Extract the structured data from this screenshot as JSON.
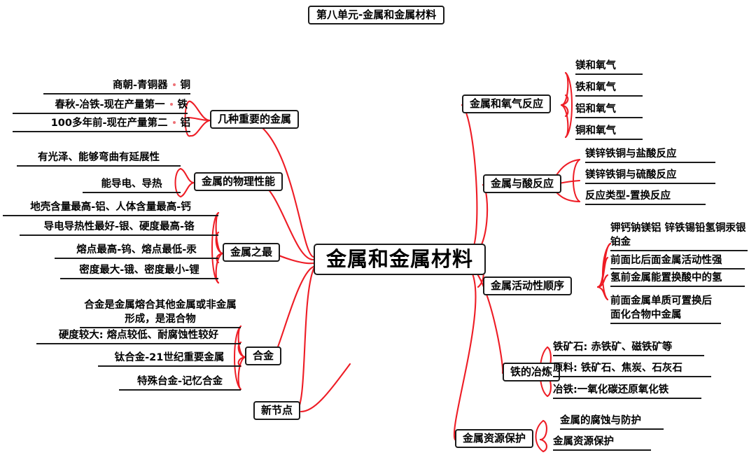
{
  "title": "第八单元-金属和金属材料",
  "center": "金属和金属材料",
  "accent_color": "#ee1c25",
  "border_color": "#1b1b1b",
  "background_color": "#ffffff",
  "new_node": "新节点",
  "branches": {
    "important_metals": {
      "label": "几种重要的金属",
      "items": [
        {
          "text": "商朝-青铜器",
          "metal": "铜"
        },
        {
          "text": "春秋-冶铁-现在产量第一",
          "metal": "铁"
        },
        {
          "text": "100多年前-现在产量第二",
          "metal": "铝"
        }
      ]
    },
    "physical_properties": {
      "label": "金属的物理性能",
      "items": [
        "有光泽、能够弯曲有延展性",
        "能导电、导热"
      ]
    },
    "metal_superlatives": {
      "label": "金属之最",
      "items": [
        "地壳含量最高-铝、人体含量最高-钙",
        "导电导热性最好-银、硬度最高-铬",
        "熔点最高-钨、熔点最低-汞",
        "密度最大-锇、密度最小-锂"
      ]
    },
    "alloy": {
      "label": "合金",
      "items": [
        "合金是金属熔合其他金属或非金属形成，是混合物",
        "硬度较大: 熔点较低、耐腐蚀性较好",
        "钛合金-21世纪重要金属",
        "特殊台金-记忆合金"
      ]
    },
    "metal_oxygen_reaction": {
      "label": "金属和氧气反应",
      "items": [
        "镁和氧气",
        "铁和氧气",
        "铝和氧气",
        "铜和氧气"
      ]
    },
    "metal_acid_reaction": {
      "label": "金属与酸反应",
      "items": [
        "镁锌铁铜与盐酸反应",
        "镁锌铁铜与硫酸反应",
        "反应类型-置换反应"
      ]
    },
    "activity_series": {
      "label": "金属活动性顺序",
      "items": [
        "钾钙钠镁铝 锌铁锡铅氢铜汞银铂金",
        "前面比后面金属活动性强",
        "氢前金属能置换酸中的氢",
        "前面金属单质可置换后面化合物中金属"
      ]
    },
    "iron_smelting": {
      "label": "铁的冶炼",
      "items": [
        "铁矿石: 赤铁矿、磁铁矿等",
        "原料: 铁矿石、焦炭、石灰石",
        "冶铁:一氧化碳还原氧化铁"
      ]
    },
    "resource_protection": {
      "label": "金属资源保护",
      "items": [
        "金属的腐蚀与防护",
        "金属资源保护"
      ]
    }
  }
}
